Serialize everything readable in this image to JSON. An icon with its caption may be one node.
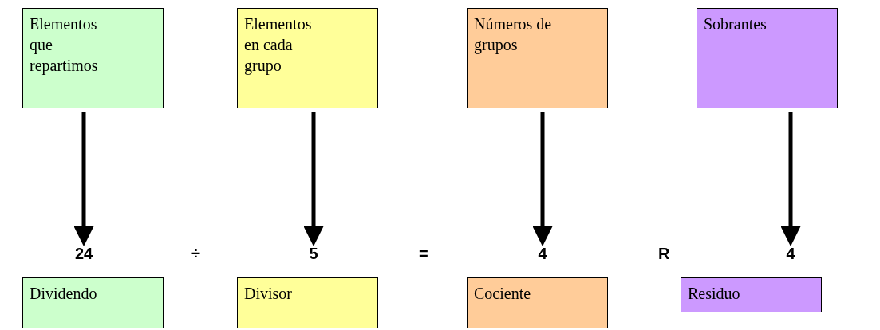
{
  "diagram": {
    "nodes": [
      {
        "text": [
          "Elementos que repartimos"
        ]
      },
      {
        "text": [
          "Elementos en cada grupo"
        ]
      },
      {
        "text": [
          "Números de grupos"
        ]
      },
      {
        "text": [
          "Sobrantes"
        ]
      },
      {
        "text": [
          "24"
        ]
      },
      {
        "text": [
          "5"
        ]
      },
      {
        "text": [
          "4"
        ]
      },
      {
        "text": [
          "4"
        ]
      },
      {
        "text": [
          "Dividendo"
        ]
      },
      {
        "text": [
          "Divisor"
        ]
      },
      {
        "text": [
          "Cociente"
        ]
      },
      {
        "text": [
          "Residuo"
        ]
      }
    ],
    "edges": [
      {
        "from": 0,
        "to": 4,
        "arrow": "to"
      },
      {
        "from": 1,
        "to": 5,
        "arrow": "to"
      },
      {
        "from": 2,
        "to": 6,
        "arrow": "to"
      },
      {
        "from": 3,
        "to": 7,
        "arrow": "to"
      }
    ],
    "labels": [
      "÷",
      "=",
      "R"
    ]
  }
}
